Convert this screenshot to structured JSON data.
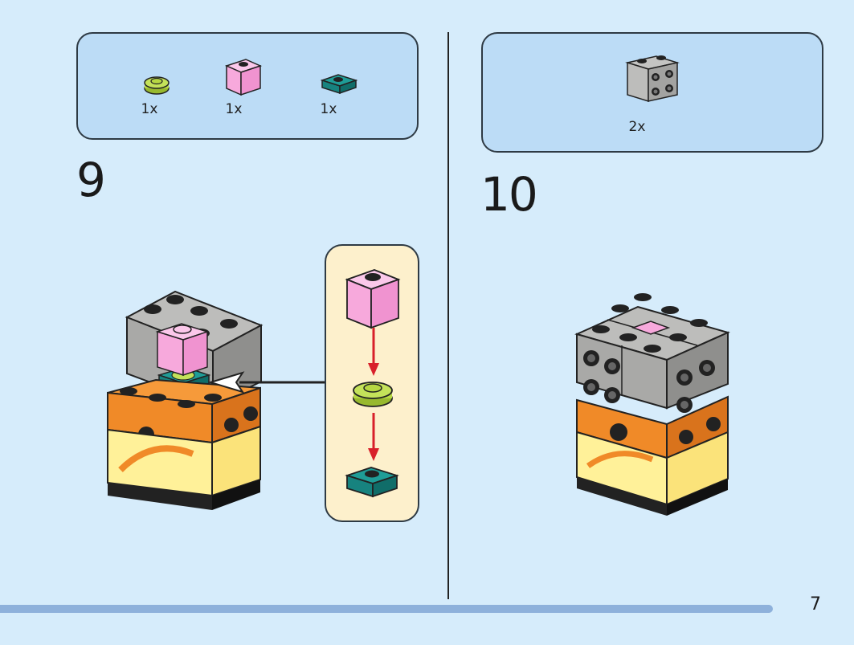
{
  "left_step": {
    "step_number": "9",
    "parts": [
      {
        "icon": "lime-round-plate-icon",
        "quantity": "1x",
        "color": "#b6d743"
      },
      {
        "icon": "pink-brick-icon",
        "quantity": "1x",
        "color": "#f7a9dc"
      },
      {
        "icon": "teal-plate-icon",
        "quantity": "1x",
        "color": "#17837f"
      }
    ]
  },
  "right_step": {
    "step_number": "10",
    "parts": [
      {
        "icon": "gray-bracket-brick-icon",
        "quantity": "2x",
        "color": "#a3a3a1"
      }
    ]
  },
  "page_number": "7",
  "colors": {
    "background": "#d6ecfb",
    "parts_box": "#bcdcf6",
    "callout": "#fdf0cc",
    "arrow_red": "#d8202a",
    "progress_bar": "#8eb1db"
  }
}
